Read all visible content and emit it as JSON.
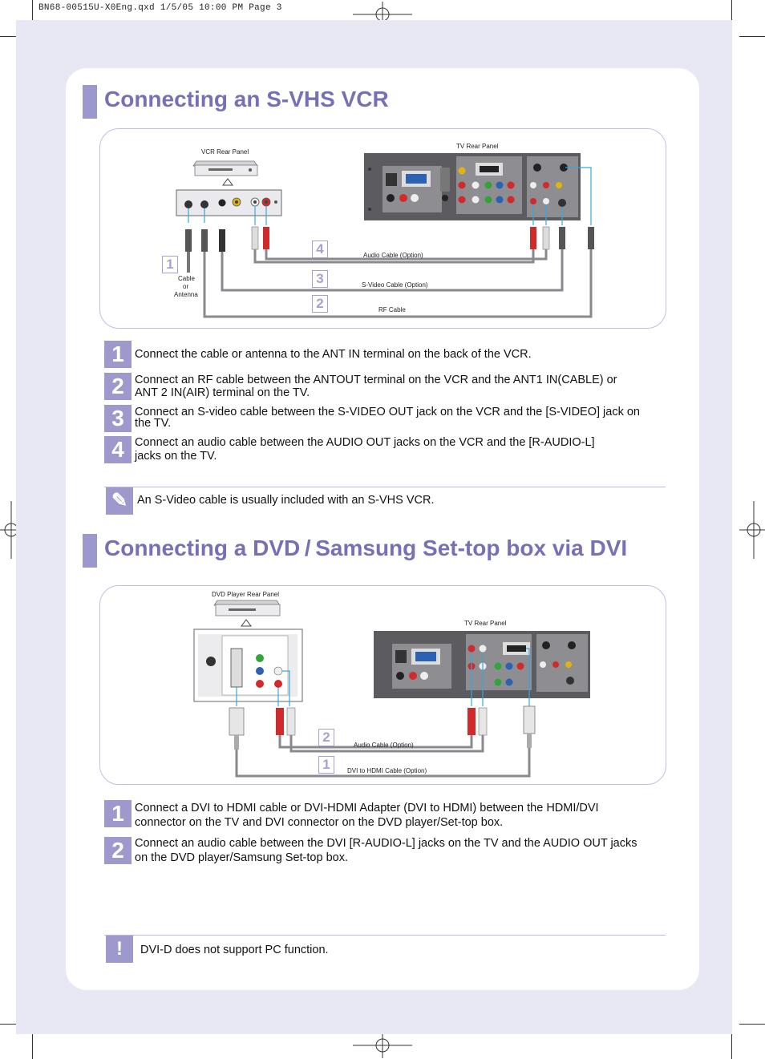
{
  "header": {
    "file_info": "BN68-00515U-X0Eng.qxd  1/5/05 10:00 PM  Page 3"
  },
  "section1": {
    "title": "Connecting an S-VHS VCR",
    "diagram": {
      "vcr_label": "VCR Rear Panel",
      "tv_label": "TV Rear Panel",
      "antenna_label_1": "Cable",
      "antenna_label_2": "or",
      "antenna_label_3": "Antenna",
      "cables": [
        {
          "num": "4",
          "label": "Audio Cable (Option)"
        },
        {
          "num": "3",
          "label": "S-Video Cable (Option)"
        },
        {
          "num": "2",
          "label": "RF Cable"
        }
      ],
      "antenna_num": "1"
    },
    "steps": [
      {
        "num": "1",
        "text": "Connect the cable or antenna to the ANT IN terminal on the back of the VCR."
      },
      {
        "num": "2",
        "line1": "Connect an RF cable between the ANTOUT terminal on the VCR and the   ANT1 IN(CABLE) or",
        "line2": "ANT 2 IN(AIR) terminal on the TV."
      },
      {
        "num": "3",
        "line1": "Connect an S-video cable between the S-VIDEO OUT jack on the VCR and the [S-VIDEO] jack on",
        "line2": "the TV."
      },
      {
        "num": "4",
        "line1": "Connect an audio cable between the AUDIO OUT jacks on the  VCR and the [R-AUDIO-L]",
        "line2": "jacks on the TV."
      }
    ],
    "note": "An S-Video cable is usually included with an S-VHS VCR."
  },
  "section2": {
    "title": "Connecting a DVD / Samsung Set-top box via DVI",
    "diagram": {
      "dvd_label": "DVD Player Rear Panel",
      "tv_label": "TV Rear Panel",
      "cables": [
        {
          "num": "2",
          "label": "Audio Cable (Option)"
        },
        {
          "num": "1",
          "label": "DVI to HDMI Cable (Option)"
        }
      ]
    },
    "steps": [
      {
        "num": "1",
        "line1": "Connect a DVI to HDMI cable or DVI-HDMI Adapter (DVI to HDMI) between the HDMI/DVI",
        "line2": "connector on the TV and DVI connector on the DVD player/Set-top box."
      },
      {
        "num": "2",
        "line1": "Connect an audio cable between the DVI [R-AUDIO-L] jacks on the TV and the AUDIO OUT jacks",
        "line2": "on the DVD player/Samsung Set-top box."
      }
    ],
    "note": "DVI-D does not support PC function.",
    "note_icon": "!"
  },
  "colors": {
    "accent": "#7770b6",
    "box": "#9d99cc",
    "panel_bg": "#e8e7f4",
    "tv_panel": "#5b5b5f",
    "cable_blue": "#39a6dd"
  }
}
